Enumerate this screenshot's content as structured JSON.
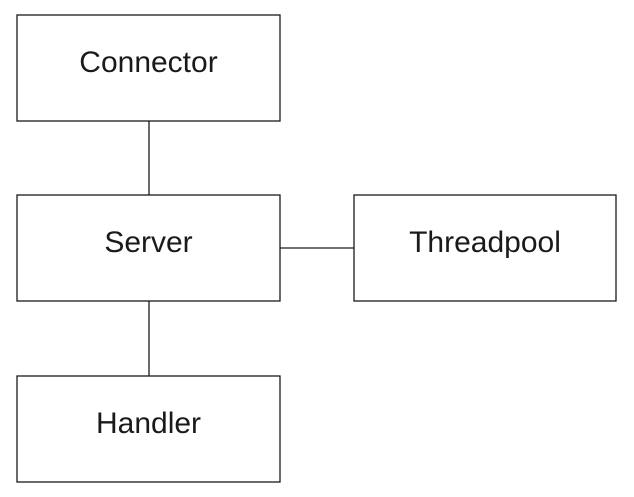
{
  "diagram": {
    "nodes": {
      "connector": {
        "label": "Connector"
      },
      "server": {
        "label": "Server"
      },
      "threadpool": {
        "label": "Threadpool"
      },
      "handler": {
        "label": "Handler"
      }
    },
    "edges": [
      {
        "from": "connector",
        "to": "server"
      },
      {
        "from": "server",
        "to": "threadpool"
      },
      {
        "from": "server",
        "to": "handler"
      }
    ]
  }
}
